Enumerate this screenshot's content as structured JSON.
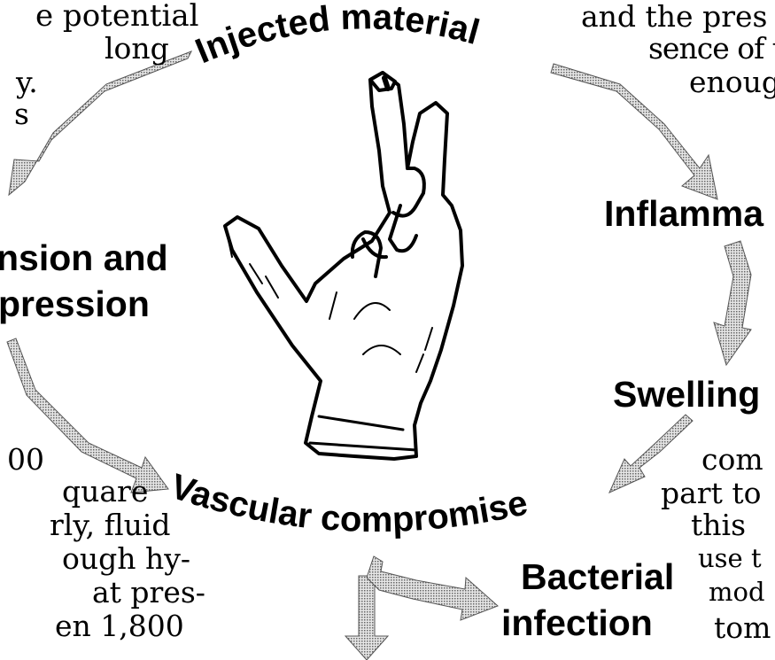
{
  "diagram": {
    "title_arc": "Injected material",
    "bottom_arc": "Vascular compromise",
    "labels": {
      "inflammation": "Inflamma",
      "swelling": "Swelling",
      "distension_line1": "nsion and",
      "distension_line2": "pression",
      "bacterial": "Bacterial",
      "infection": "infection"
    }
  },
  "text_fragments": {
    "top_left": [
      "e potential",
      "long",
      "y.",
      "s"
    ],
    "top_right": [
      "and the pres",
      "sence of t",
      "enoug"
    ],
    "bottom_left": [
      "00",
      "quare",
      "rly, fluid",
      "ough hy-",
      "at pres-",
      "en 1,800"
    ],
    "bottom_right": [
      "com",
      "part to",
      "this",
      "use t",
      "mod",
      "tom"
    ]
  },
  "colors": {
    "arrow_fill": "#cfcfcf",
    "arrow_stroke": "#555555",
    "ink": "#000000"
  }
}
